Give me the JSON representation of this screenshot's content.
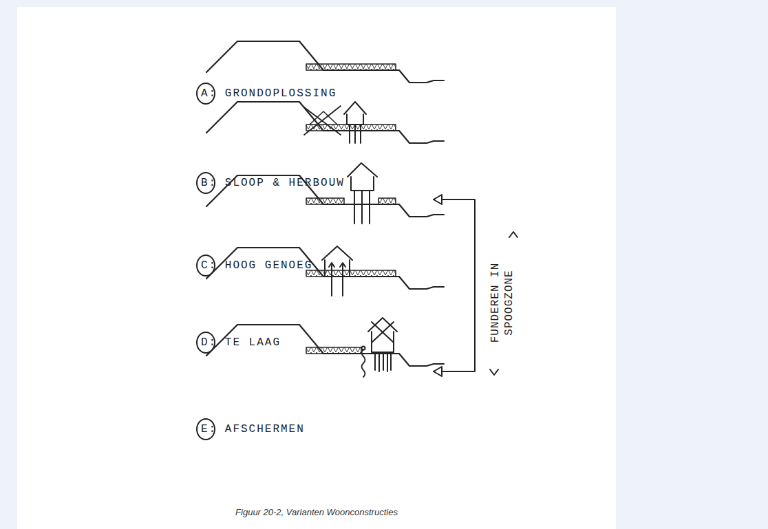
{
  "diagram": {
    "caption": "Figuur 20-2, Varianten Woonconstructies",
    "labels": [
      "A: GRONDOPLOSSING",
      "B: SLOOP & HERBOUW",
      "C: HOOG GENOEG",
      "D: TE LAAG",
      "E: AFSCHERMEN",
      "FUNDEREN IN SPOOGZONE"
    ]
  }
}
